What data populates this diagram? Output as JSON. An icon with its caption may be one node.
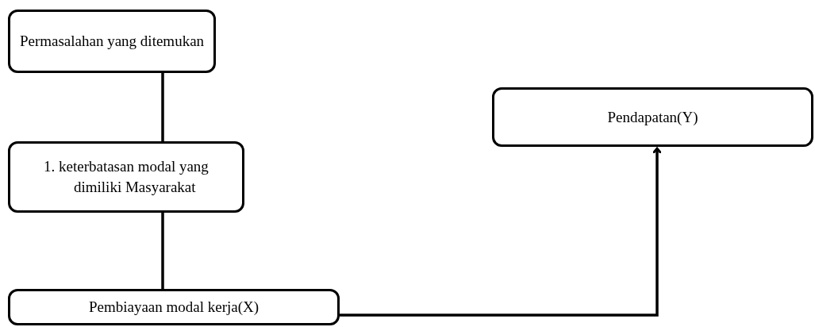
{
  "diagram": {
    "nodes": [
      {
        "text": [
          "Permasalahan yang ditemukan"
        ]
      },
      {
        "text": [
          "1. keterbatasan modal yang dimiliki Masyarakat"
        ]
      },
      {
        "text": [
          "Pembiayaan modal kerja(X)"
        ]
      },
      {
        "text": [
          "Pendapatan(Y)"
        ]
      }
    ],
    "edges": [
      {
        "from": 0,
        "to": 1,
        "arrow": "none"
      },
      {
        "from": 1,
        "to": 2,
        "arrow": "none"
      },
      {
        "from": 2,
        "to": 3,
        "arrow": "to"
      }
    ]
  }
}
